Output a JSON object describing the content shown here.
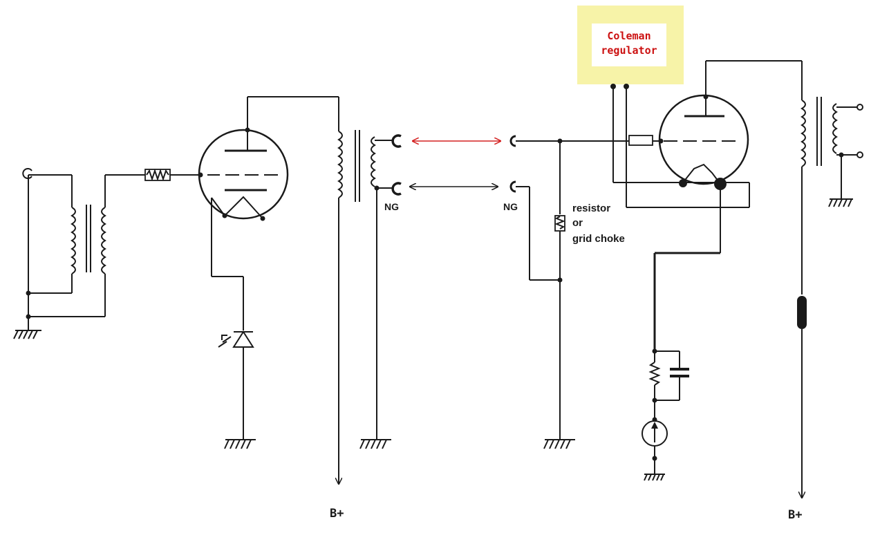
{
  "labels": {
    "regulator_line1": "Coleman",
    "regulator_line2": "regulator",
    "ng_left": "NG",
    "ng_right": "NG",
    "bplus_left": "B+",
    "bplus_right": "B+",
    "grid_note_1": "resistor",
    "grid_note_2": "or",
    "grid_note_3": "grid choke"
  },
  "colors": {
    "regulator_box": "#f7f3a8",
    "regulator_text": "#cc1111",
    "red_arrow": "#d42020",
    "ink": "#1a1a1a"
  }
}
